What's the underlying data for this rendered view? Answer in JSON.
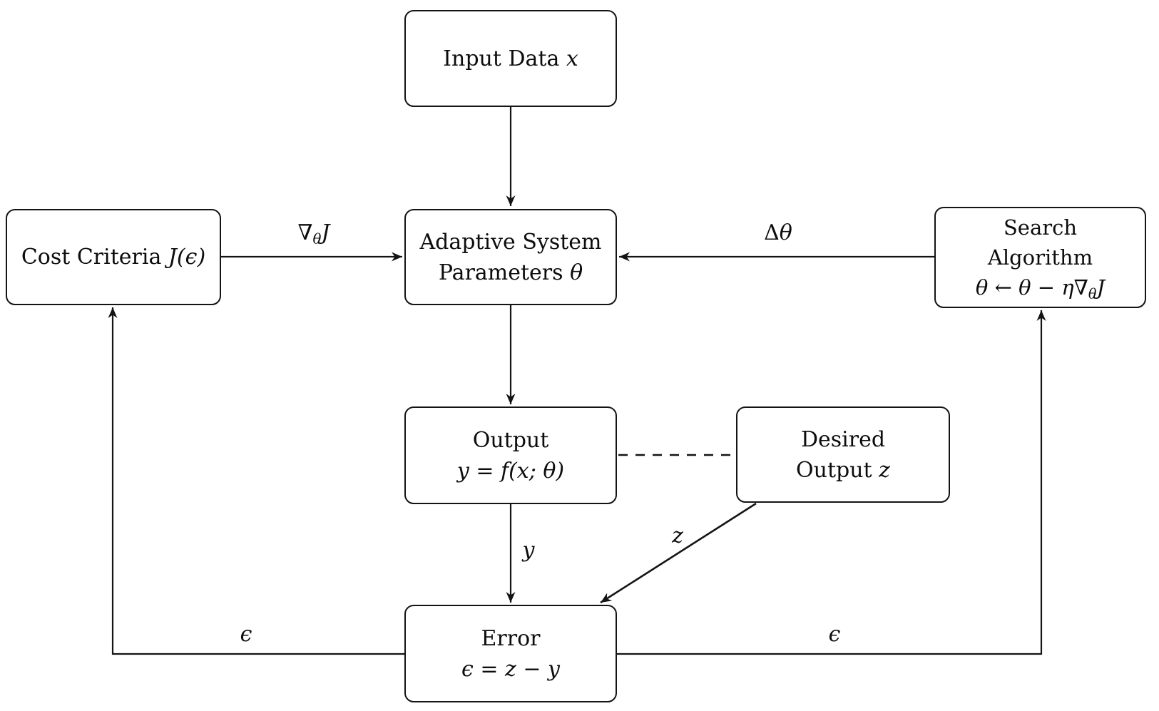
{
  "nodes": {
    "input": {
      "text": "Input Data ",
      "math": "x"
    },
    "cost": {
      "text": "Cost Criteria ",
      "math": "J(ϵ)"
    },
    "adaptive": {
      "line1": "Adaptive System",
      "line2_text": "Parameters ",
      "line2_math": "θ"
    },
    "search": {
      "line1": "Search",
      "line2": "Algorithm",
      "formula_main": "θ ← θ − η∇",
      "formula_sub": "θ",
      "formula_tail": "J"
    },
    "output": {
      "line1": "Output",
      "formula": "y = f(x; θ)"
    },
    "desired": {
      "line1": "Desired",
      "line2_text": "Output ",
      "line2_math": "z"
    },
    "error": {
      "line1": "Error",
      "formula": "ϵ = z − y"
    }
  },
  "edges": {
    "gradient": {
      "main": "∇",
      "sub": "θ",
      "tail": "J"
    },
    "delta_theta": {
      "main": "Δ",
      "math": "θ"
    },
    "y_label": "y",
    "z_label": "z",
    "epsilon_left": "ϵ",
    "epsilon_right": "ϵ"
  },
  "colors": {
    "stroke": "#141414",
    "background": "#ffffff"
  }
}
